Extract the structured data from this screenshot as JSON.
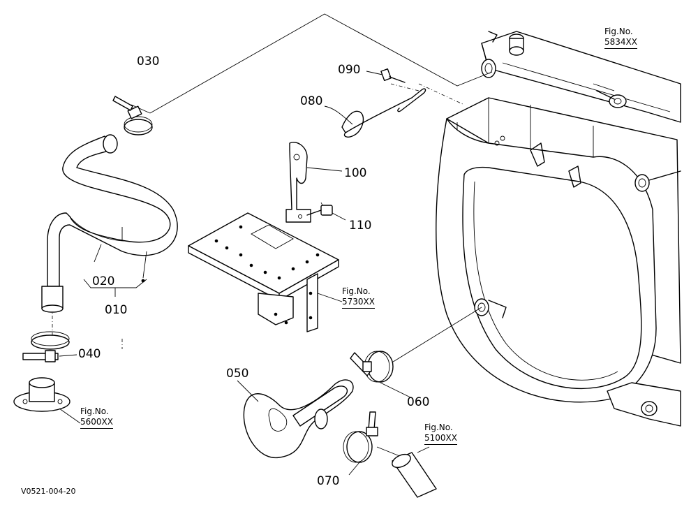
{
  "diagram": {
    "code": "V0521-004-20",
    "part_labels": {
      "p010": "010",
      "p020": "020",
      "p030": "030",
      "p040": "040",
      "p050": "050",
      "p060": "060",
      "p070": "070",
      "p080": "080",
      "p090": "090",
      "p100": "100",
      "p110": "110"
    },
    "figure_refs": {
      "radiator": {
        "title": "Fig.No.",
        "number": "5834XX"
      },
      "bracket": {
        "title": "Fig.No.",
        "number": "5730XX"
      },
      "thermostat": {
        "title": "Fig.No.",
        "number": "5600XX"
      },
      "pipe": {
        "title": "Fig.No.",
        "number": "5100XX"
      }
    }
  }
}
